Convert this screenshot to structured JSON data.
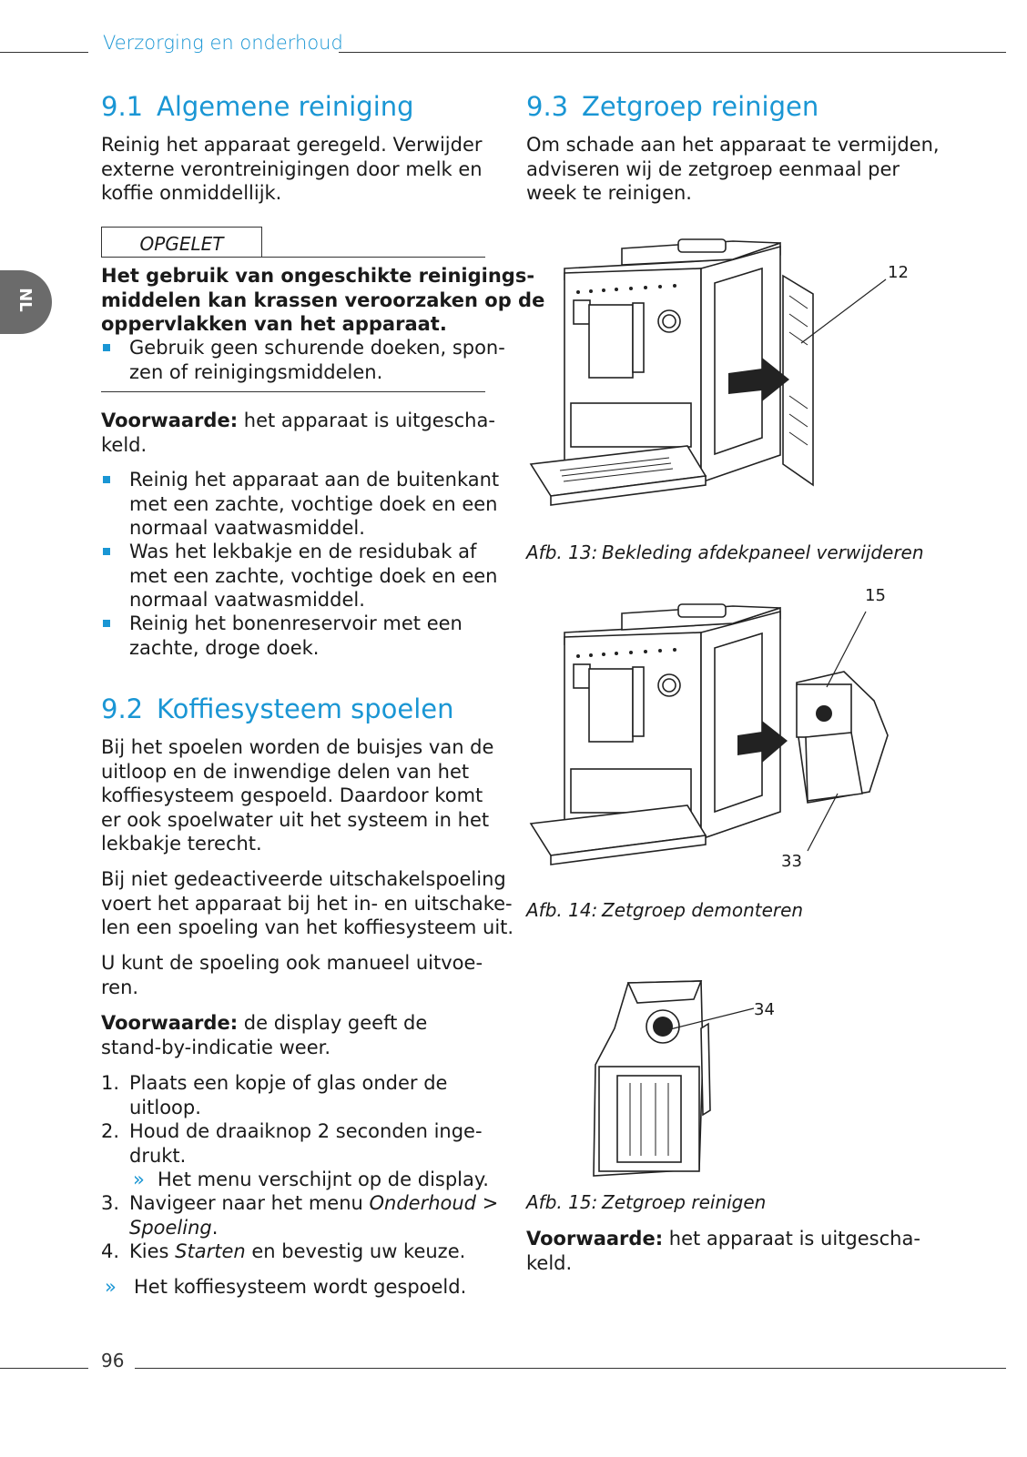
{
  "header": {
    "section_title": "Verzorging en onderhoud"
  },
  "side_tab": {
    "label": "NL"
  },
  "page_number": "96",
  "sec91": {
    "num": "9.1",
    "title": "Algemene reiniging",
    "intro": [
      "Reinig het apparaat geregeld. Verwijder",
      "externe verontreinigingen door melk en",
      "koffie onmiddellijk."
    ],
    "notice_label": "OPGELET",
    "notice_bold": [
      "Het gebruik van ongeschikte reinigings-",
      "middelen kan krassen veroorzaken op de",
      "oppervlakken van het apparaat."
    ],
    "notice_bullet": [
      "Gebruik geen schurende doeken, spon-",
      "zen of reinigingsmiddelen."
    ],
    "condition_label": "Voorwaarde:",
    "condition_text": " het apparaat is uitgescha-",
    "condition_text2": "keld.",
    "bullets": [
      [
        "Reinig het apparaat aan de buitenkant",
        "met een zachte, vochtige doek en een",
        "normaal vaatwasmiddel."
      ],
      [
        "Was het lekbakje en de residubak af",
        "met een zachte, vochtige doek en een",
        "normaal vaatwasmiddel."
      ],
      [
        "Reinig het bonenreservoir met een",
        "zachte, droge doek."
      ]
    ]
  },
  "sec92": {
    "num": "9.2",
    "title": "Koffiesysteem spoelen",
    "para1": [
      "Bij het spoelen worden de buisjes van de",
      "uitloop en de inwendige delen van het",
      "koffiesysteem gespoeld. Daardoor komt",
      "er ook spoelwater uit het systeem in het",
      "lekbakje terecht."
    ],
    "para2": [
      "Bij niet gedeactiveerde uitschakelspoeling",
      "voert het apparaat bij het in- en uitschake-",
      "len een spoeling van het koffiesysteem uit."
    ],
    "para3": [
      "U kunt de spoeling ook manueel uitvoe-",
      "ren."
    ],
    "condition_label": "Voorwaarde:",
    "condition_text": " de display geeft de",
    "condition_text2": "stand-by-indicatie weer.",
    "steps": {
      "s1": {
        "n": "1.",
        "lines": [
          "Plaats een kopje of glas onder de",
          "uitloop."
        ]
      },
      "s2": {
        "n": "2.",
        "lines": [
          "Houd de draaiknop 2 seconden inge-",
          "drukt."
        ]
      },
      "s2_result": {
        "g": "»",
        "text": "Het menu verschijnt op de display."
      },
      "s3": {
        "n": "3.",
        "pre": "Navigeer naar het menu ",
        "it1": "Onderhoud",
        "mid": " >",
        "it2": "Spoeling",
        "post": "."
      },
      "s4": {
        "n": "4.",
        "pre": "Kies ",
        "it": "Starten",
        "post": " en bevestig uw keuze."
      }
    },
    "result": {
      "g": "»",
      "text": "Het koffiesysteem wordt gespoeld."
    }
  },
  "sec93": {
    "num": "9.3",
    "title": "Zetgroep reinigen",
    "intro": [
      "Om schade aan het apparaat te vermijden,",
      "adviseren wij de zetgroep eenmaal per",
      "week te reinigen."
    ],
    "fig13": {
      "label": "Afb. 13:",
      "caption": "Bekleding afdekpaneel verwijderen",
      "callout": "12"
    },
    "fig14": {
      "label": "Afb. 14:",
      "caption": "Zetgroep demonteren",
      "callout_a": "15",
      "callout_b": "33"
    },
    "fig15": {
      "label": "Afb. 15:",
      "caption": "Zetgroep reinigen",
      "callout": "34"
    },
    "condition_label": "Voorwaarde:",
    "condition_text": " het apparaat is uitgescha-",
    "condition_text2": "keld."
  },
  "colors": {
    "accent": "#1a96d4",
    "tab": "#6b6b6b"
  }
}
